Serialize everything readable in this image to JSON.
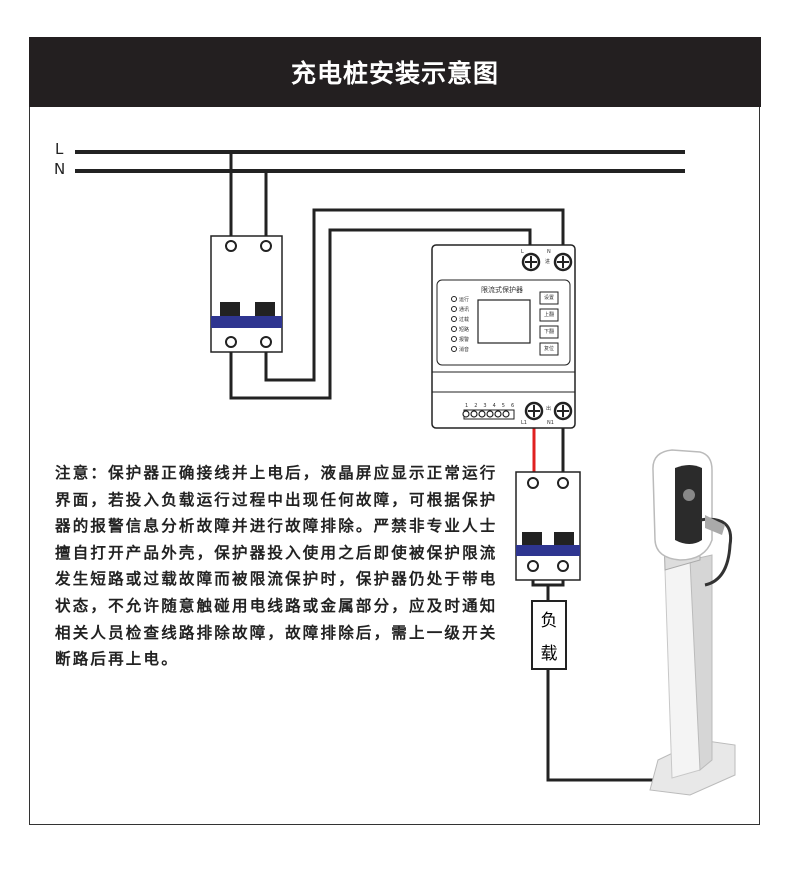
{
  "title": "充电桩安装示意图",
  "lines": {
    "l": "L",
    "n": "N"
  },
  "protector": {
    "name": "限流式保护器",
    "leds": [
      "运行",
      "通讯",
      "过载",
      "短路",
      "报警",
      "消音"
    ],
    "buttons": [
      "设置",
      "上翻",
      "下翻",
      "复位"
    ],
    "in_label": "进",
    "out_label": "出",
    "in_terminals": [
      "L",
      "N"
    ],
    "out_terminals": [
      "L1",
      "N1"
    ],
    "terminal_numbers": [
      "1",
      "2",
      "3",
      "4",
      "5",
      "6"
    ]
  },
  "load": {
    "line1": "负",
    "line2": "载"
  },
  "note": [
    "注意：保护器正确接线并上电后，液晶屏应显示正常运行",
    "界面，若投入负载运行过程中出现任何故障，可根据保护",
    "器的报警信息分析故障并进行故障排除。严禁非专业人士",
    "擅自打开产品外壳，保护器投入使用之后即使被保护限流",
    "发生短路或过载故障而被限流保护时，保护器仍处于带电",
    "状态，不允许随意触碰用电线路或金属部分，应及时通知",
    "相关人员检查线路排除故障，故障排除后，需上一级开关",
    "断路后再上电。"
  ]
}
